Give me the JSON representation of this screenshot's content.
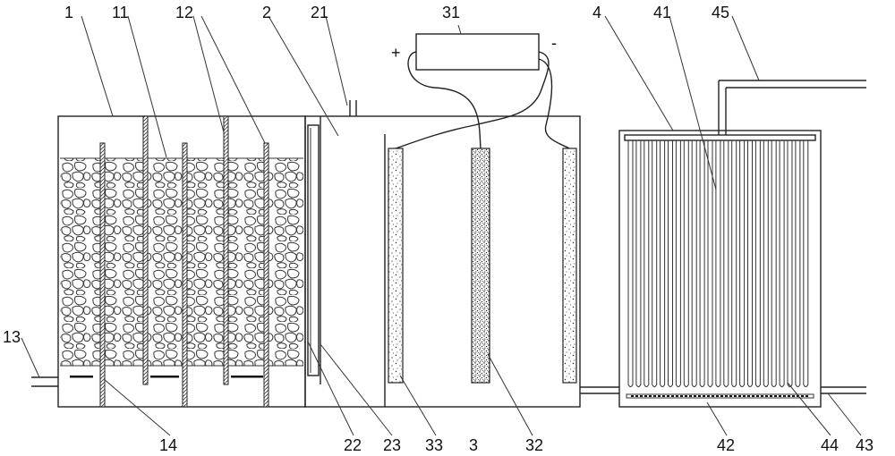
{
  "callouts": {
    "c1": "1",
    "c11": "11",
    "c12": "12",
    "c2": "2",
    "c21": "21",
    "c31": "31",
    "c4": "4",
    "c41": "41",
    "c45": "45",
    "c13": "13",
    "c14": "14",
    "c22": "22",
    "c23": "23",
    "c33": "33",
    "c3": "3",
    "c32": "32",
    "c42": "42",
    "c44": "44",
    "c43": "43"
  },
  "polarity": {
    "plus": "+",
    "minus": "-"
  },
  "colors": {
    "line": "#222222",
    "background": "#ffffff",
    "dark_bar": "#111111"
  }
}
